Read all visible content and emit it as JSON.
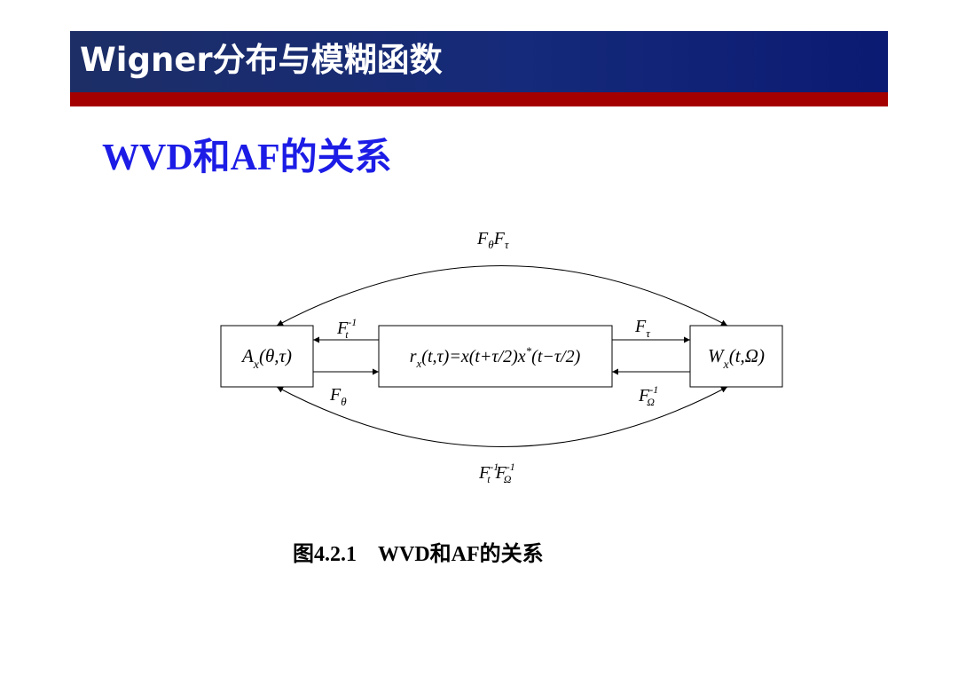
{
  "slide": {
    "title": "Wigner分布与模糊函数",
    "subtitle": "WVD和AF的关系",
    "caption": "图4.2.1    WVD和AF的关系"
  },
  "diagram": {
    "nodes": {
      "left": "A_x(θ,τ)",
      "center": "r_x(t,τ) = x(t+τ/2) x*(t−τ/2)",
      "right": "W_x(t,Ω)"
    },
    "edge_labels": {
      "top_arc": "F_θ F_τ",
      "bottom_arc": "F_t^-1 F_Ω^-1",
      "center_to_left": "F_t^-1",
      "left_to_center": "F_θ",
      "center_to_right": "F_τ",
      "right_to_center": "F_Ω^-1"
    }
  },
  "colors": {
    "title_bar": "#1d2e66",
    "title_underline": "#a50000",
    "subtitle": "#1c1ce6"
  }
}
